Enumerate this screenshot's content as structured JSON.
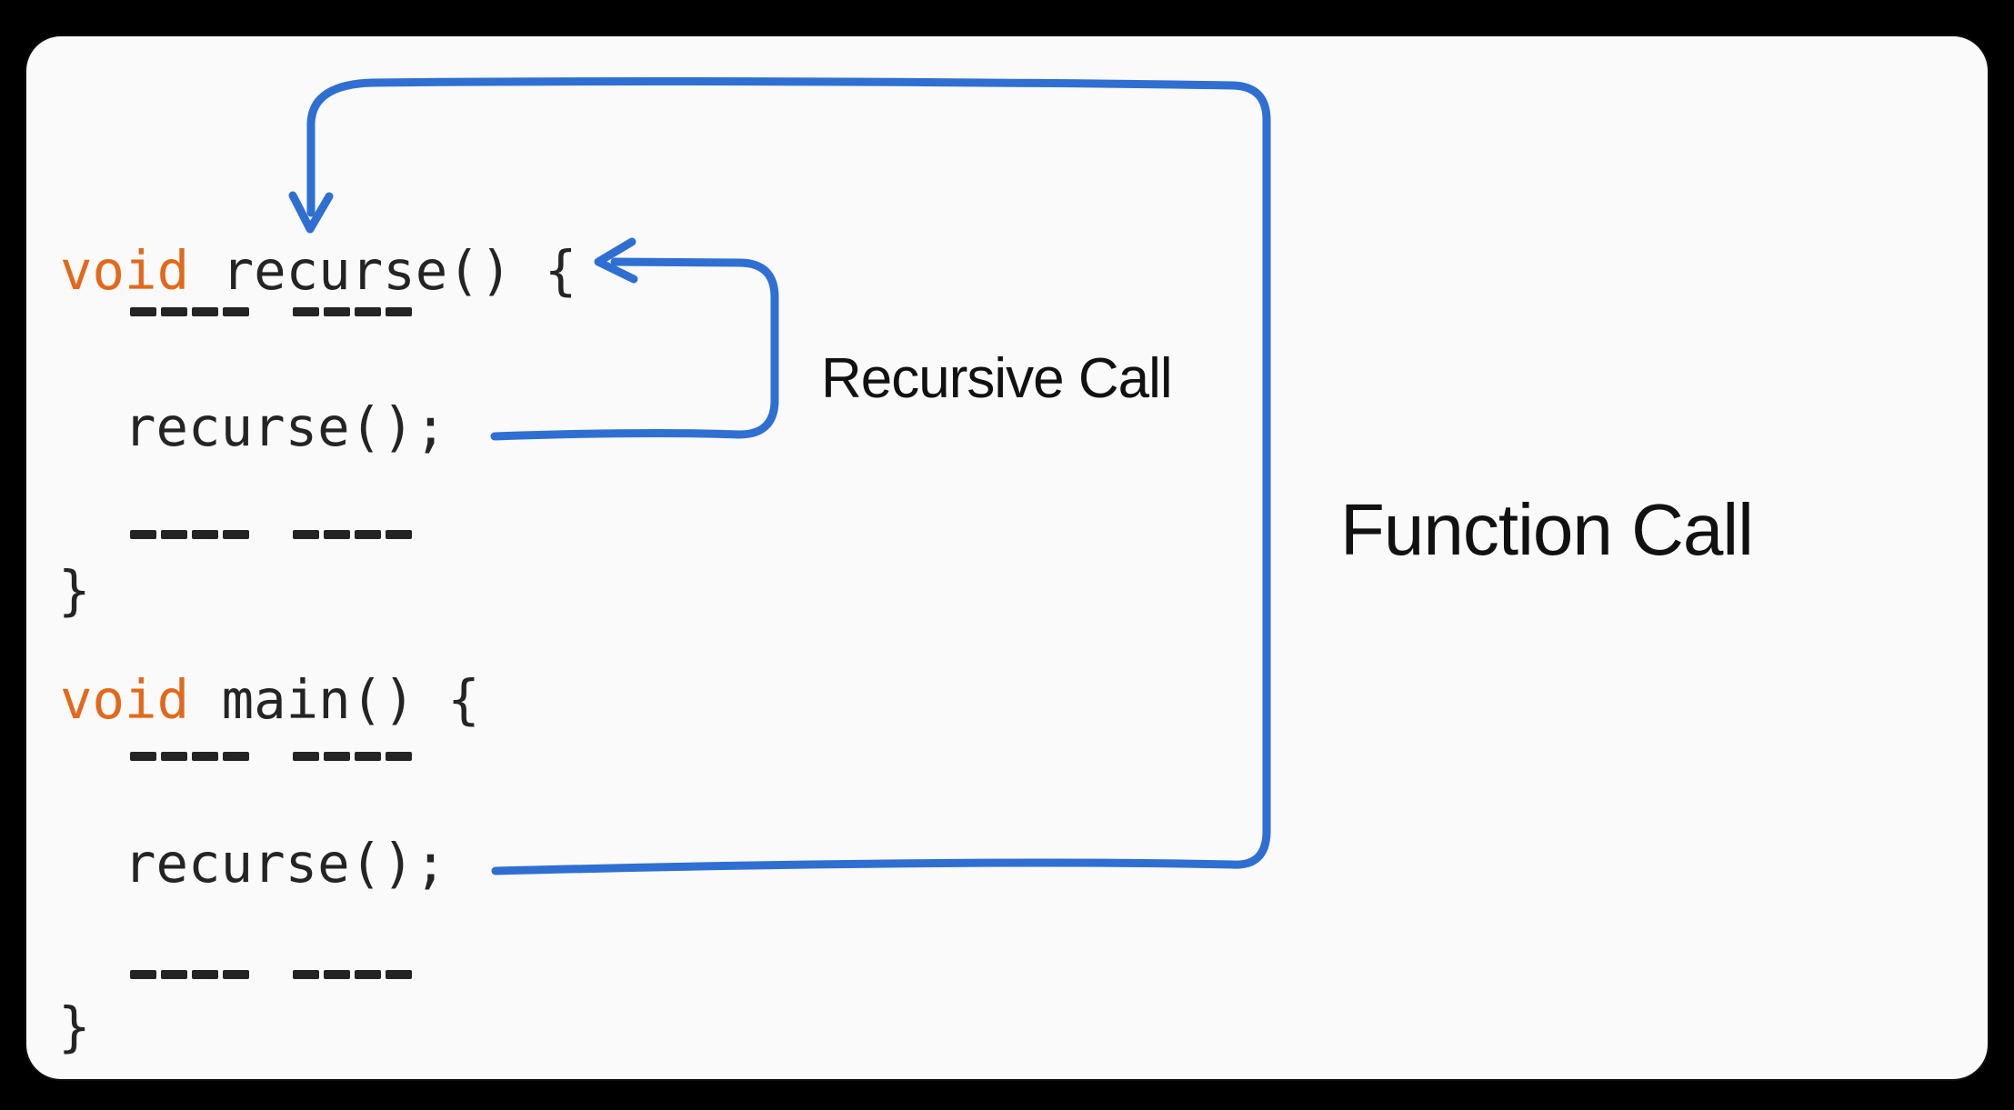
{
  "colors": {
    "page_bg": "#000000",
    "card_bg": "#fafafa",
    "arrow_blue": "#2f6fd2",
    "keyword_orange": "#e2691b",
    "code_dark": "#242424",
    "label_black": "#111111"
  },
  "code": {
    "recurse_fn": {
      "signature_keyword": "void",
      "signature_rest": " recurse() {",
      "placeholder_dashes_top": "---- ----",
      "body_call": "recurse();",
      "placeholder_dashes_bottom": "---- ----",
      "close_brace": "}"
    },
    "main_fn": {
      "signature_keyword": "void",
      "signature_rest": " main() {",
      "placeholder_dashes_top": "---- ----",
      "body_call": "recurse();",
      "placeholder_dashes_bottom": "---- ----",
      "close_brace": "}"
    }
  },
  "annotations": {
    "recursive_call_label": "Recursive Call",
    "function_call_label": "Function Call"
  }
}
